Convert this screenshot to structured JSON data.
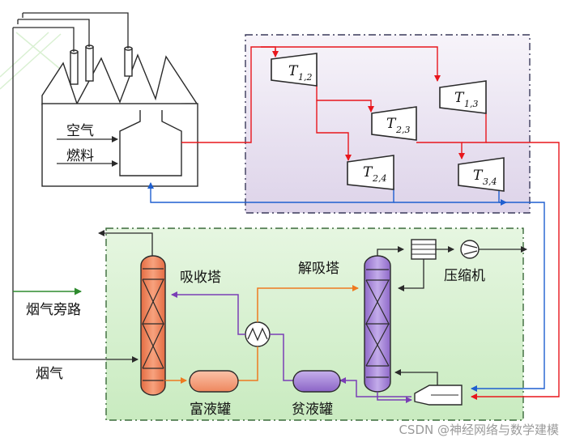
{
  "labels": {
    "air": "空气",
    "fuel": "燃料",
    "flue_gas_bypass": "烟气旁路",
    "flue_gas": "烟气",
    "absorber": "吸收塔",
    "desorber": "解吸塔",
    "compressor": "压缩机",
    "rich_tank": "富液罐",
    "lean_tank": "贫液罐"
  },
  "turbines": [
    {
      "name": "T",
      "sub": "1,2"
    },
    {
      "name": "T",
      "sub": "2,3"
    },
    {
      "name": "T",
      "sub": "2,4"
    },
    {
      "name": "T",
      "sub": "1,3"
    },
    {
      "name": "T",
      "sub": "3,4"
    }
  ],
  "watermark": "CSDN @神经网络与数学建模",
  "colors": {
    "steam": "#e8161c",
    "return": "#1f5fd0",
    "rich": "#ee7a20",
    "lean": "#7a3eb5",
    "flue": "#2a2a2a",
    "bypass": "#2e8b2e",
    "absorber_fill": "#f08a64",
    "desorber_fill": "#a98ad8",
    "turbine_bg": "#ece6f2",
    "capture_bg": "#d6f0d0"
  }
}
